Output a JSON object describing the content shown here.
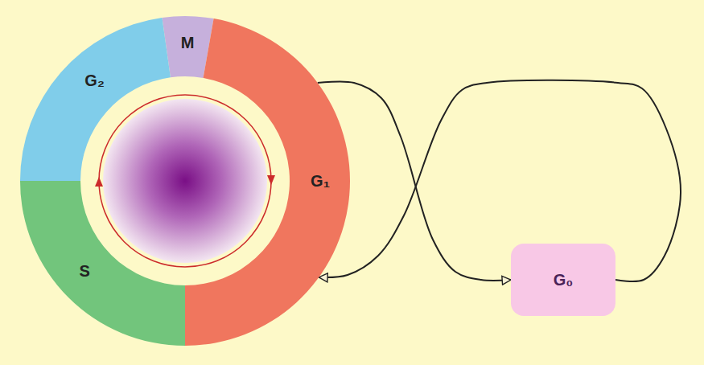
{
  "diagram": {
    "nodes": [
      {
        "text": [
          "M"
        ]
      },
      {
        "text": [
          "G₂"
        ]
      },
      {
        "text": [
          "G₁"
        ]
      },
      {
        "text": [
          "S"
        ]
      },
      {
        "text": [
          "G₀"
        ]
      }
    ],
    "edges": [
      {
        "from": 2,
        "to": 4,
        "arrow": "to"
      },
      {
        "from": 4,
        "to": 2,
        "arrow": "to"
      }
    ]
  }
}
